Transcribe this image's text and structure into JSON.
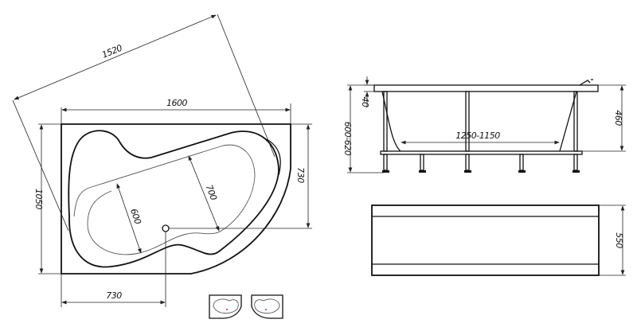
{
  "top_view": {
    "diagonal_label": "1520",
    "width_label": "1600",
    "height_label": "1050",
    "right_offset_label": "730",
    "bottom_offset_label": "730",
    "inner_width_left_label": "600",
    "inner_width_right_label": "700"
  },
  "side_view": {
    "rim_label": "40",
    "total_height_label": "600-620",
    "tub_height_label": "460",
    "inner_length_label": "1250-1150"
  },
  "front_panel": {
    "height_label": "550"
  },
  "variants": [
    "left-hand",
    "right-hand"
  ]
}
